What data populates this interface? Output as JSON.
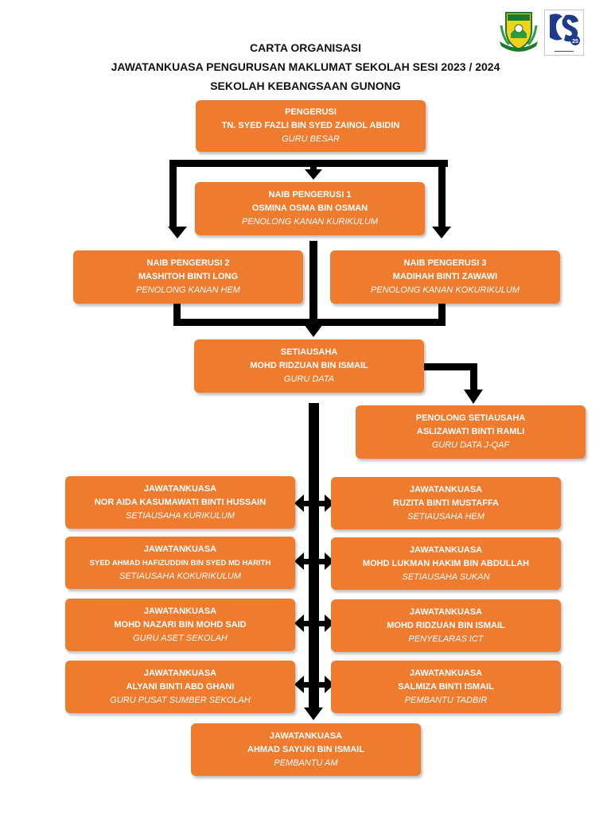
{
  "title": {
    "line1": "CARTA ORGANISASI",
    "line2": "JAWATANKUASA PENGURUSAN MAKLUMAT SEKOLAH SESI 2023 / 2024",
    "line3": "SEKOLAH KEBANGSAAN GUNONG"
  },
  "logos": {
    "crest_icon": "school-crest-icon",
    "badge_icon": "program-badge-icon",
    "badge_number": "25"
  },
  "colors": {
    "box_fill": "#ee7b2e",
    "box_text": "#ffffff",
    "connector": "#000000"
  },
  "chairman": {
    "role": "PENGERUSI",
    "name": "TN.  SYED FAZLI BIN SYED ZAINOL ABIDIN",
    "position": "GURU BESAR"
  },
  "vice_chair_1": {
    "role": "NAIB PENGERUSI 1",
    "name": "OSMINA OSMA BIN OSMAN",
    "position": "PENOLONG KANAN KURIKULUM"
  },
  "vice_chair_2": {
    "role": "NAIB PENGERUSI 2",
    "name": "MASHITOH BINTI LONG",
    "position": "PENOLONG KANAN HEM"
  },
  "vice_chair_3": {
    "role": "NAIB PENGERUSI 3",
    "name": "MADIHAH BINTI ZAWAWI",
    "position": "PENOLONG KANAN KOKURIKULUM"
  },
  "secretary": {
    "role": "SETIAUSAHA",
    "name": "MOHD RIDZUAN BIN ISMAIL",
    "position": "GURU DATA"
  },
  "assistant_secretary": {
    "role": "PENOLONG SETIAUSAHA",
    "name": "ASLIZAWATI BINTI RAMLI",
    "position": "GURU DATA J-QAF"
  },
  "committee": [
    {
      "role": "JAWATANKUASA",
      "name": "NOR AIDA KASUMAWATI BINTI HUSSAIN",
      "position": "SETIAUSAHA KURIKULUM"
    },
    {
      "role": "JAWATANKUASA",
      "name": "RUZITA BINTI MUSTAFFA",
      "position": "SETIAUSAHA HEM"
    },
    {
      "role": "JAWATANKUASA",
      "name": "SYED AHMAD HAFIZUDDIN BIN SYED MD HARITH",
      "position": "SETIAUSAHA KOKURIKULUM"
    },
    {
      "role": "JAWATANKUASA",
      "name": "MOHD LUKMAN HAKIM BIN ABDULLAH",
      "position": "SETIAUSAHA SUKAN"
    },
    {
      "role": "JAWATANKUASA",
      "name": "MOHD NAZARI BIN MOHD SAID",
      "position": "GURU ASET SEKOLAH"
    },
    {
      "role": "JAWATANKUASA",
      "name": "MOHD RIDZUAN BIN ISMAIL",
      "position": "PENYELARAS ICT"
    },
    {
      "role": "JAWATANKUASA",
      "name": "ALYANI BINTI ABD GHANI",
      "position": "GURU PUSAT SUMBER SEKOLAH"
    },
    {
      "role": "JAWATANKUASA",
      "name": "SALMIZA BINTI ISMAIL",
      "position": "PEMBANTU TADBIR"
    },
    {
      "role": "JAWATANKUASA",
      "name": "AHMAD SAYUKI BIN ISMAIL",
      "position": "PEMBANTU AM"
    }
  ]
}
